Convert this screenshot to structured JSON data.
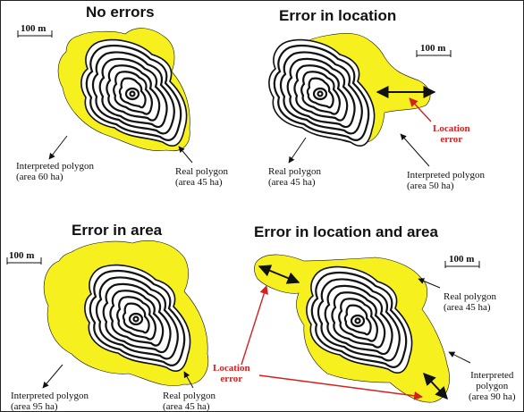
{
  "colors": {
    "interpreted_fill": "#f5f01e",
    "polygon_outline": "#000000",
    "location_error_text": "#d42020"
  },
  "panels": [
    {
      "title": "No errors",
      "scale": "100 m",
      "labels": {
        "interpreted": [
          "Interpreted polygon",
          "(area 60 ha)"
        ],
        "real": [
          "Real polygon",
          "(area 45 ha)"
        ]
      }
    },
    {
      "title": "Error in location",
      "scale": "100 m",
      "labels": {
        "real": [
          "Real polygon",
          "(area 45 ha)"
        ],
        "interpreted": [
          "Interpreted polygon",
          "(area 50 ha)"
        ],
        "error": [
          "Location",
          "error"
        ]
      }
    },
    {
      "title": "Error in area",
      "scale": "100 m",
      "labels": {
        "interpreted": [
          "Interpreted polygon",
          "(area 95 ha)"
        ],
        "real": [
          "Real polygon",
          "(area 45 ha)"
        ]
      }
    },
    {
      "title": "Error in location and area",
      "scale": "100 m",
      "labels": {
        "real": [
          "Real polygon",
          "(area 45 ha)"
        ],
        "interpreted": [
          "Interpreted",
          "polygon",
          "(area 90 ha)"
        ],
        "error": [
          "Location",
          "error"
        ]
      }
    }
  ]
}
